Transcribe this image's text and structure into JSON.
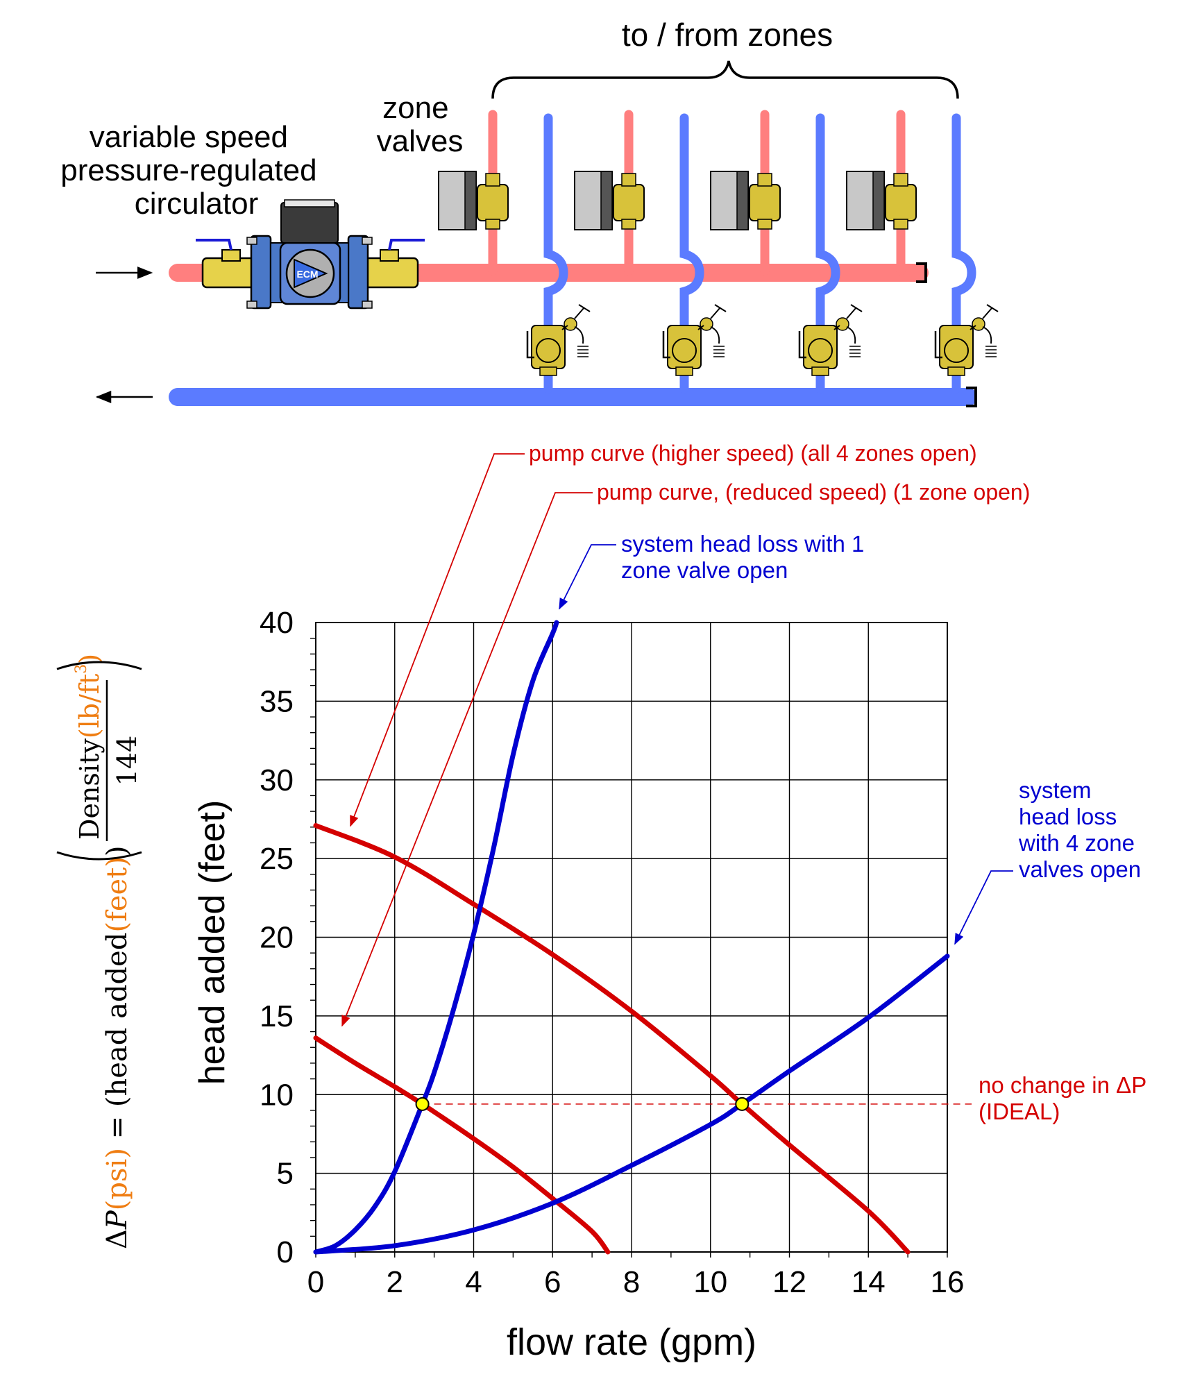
{
  "schematic": {
    "title_zones": "to / from zones",
    "label_zone_valves": [
      "zone",
      "valves"
    ],
    "label_circulator": [
      "variable speed",
      "pressure-regulated",
      "circulator"
    ],
    "circulator_badge": "ECM",
    "zone_count": 4,
    "colors": {
      "supply": "#ff7f7f",
      "return": "#5b7bff",
      "brass": "#d8c23a",
      "actuator": "#9c9c9c"
    }
  },
  "callouts": {
    "pump_high": "pump curve (higher speed) (all 4 zones open)",
    "pump_low": "pump curve, (reduced speed) (1 zone open)",
    "sys1": [
      "system head loss with 1",
      "zone valve open"
    ],
    "sys4": [
      "system",
      "head loss",
      "with 4 zone",
      "valves open"
    ],
    "ideal": [
      "no change in ΔP",
      "(IDEAL)"
    ]
  },
  "formula": {
    "delta": "Δ",
    "p": "P",
    "psi": "(psi)",
    "equals": " = (head added",
    "feet": "(feet)",
    "close": ")",
    "density": "Density",
    "density_units": "(lb/ft",
    "cube": "3",
    "density_close": ")",
    "divisor": "144"
  },
  "chart_data": {
    "type": "line",
    "xlabel": "flow rate (gpm)",
    "ylabel": "head added (feet)",
    "xlim": [
      0,
      16
    ],
    "ylim": [
      0,
      40
    ],
    "xticks": [
      0,
      2,
      4,
      6,
      8,
      10,
      12,
      14,
      16
    ],
    "yticks": [
      0,
      5,
      10,
      15,
      20,
      25,
      30,
      35,
      40
    ],
    "grid": true,
    "series": [
      {
        "key": "pump_high",
        "color": "#d40000",
        "x": [
          0,
          2,
          4,
          6,
          8,
          10,
          10.8,
          12,
          14,
          15
        ],
        "y": [
          27.1,
          25.1,
          22.1,
          18.9,
          15.3,
          11.2,
          9.4,
          6.8,
          2.6,
          0
        ]
      },
      {
        "key": "pump_low",
        "color": "#d40000",
        "x": [
          0,
          1,
          2,
          2.7,
          4,
          5,
          6,
          7,
          7.4
        ],
        "y": [
          13.6,
          12.0,
          10.5,
          9.4,
          7.2,
          5.4,
          3.4,
          1.3,
          0
        ]
      },
      {
        "key": "sys1",
        "color": "#0000d0",
        "x": [
          0,
          0.5,
          1,
          1.5,
          2,
          2.7,
          3,
          3.5,
          4,
          4.5,
          5,
          5.5,
          6,
          6.1
        ],
        "y": [
          0,
          0.4,
          1.4,
          2.9,
          5.1,
          9.4,
          11.4,
          15.5,
          20.2,
          25.6,
          31.6,
          36.3,
          39.3,
          40
        ]
      },
      {
        "key": "sys4",
        "color": "#0000d0",
        "x": [
          0,
          2,
          4,
          6,
          8,
          10,
          10.8,
          12,
          14,
          16
        ],
        "y": [
          0,
          0.4,
          1.4,
          3.1,
          5.5,
          8.1,
          9.4,
          11.5,
          14.9,
          18.8
        ]
      }
    ],
    "operating_points": [
      {
        "x": 2.7,
        "y": 9.4
      },
      {
        "x": 10.8,
        "y": 9.4
      }
    ]
  }
}
